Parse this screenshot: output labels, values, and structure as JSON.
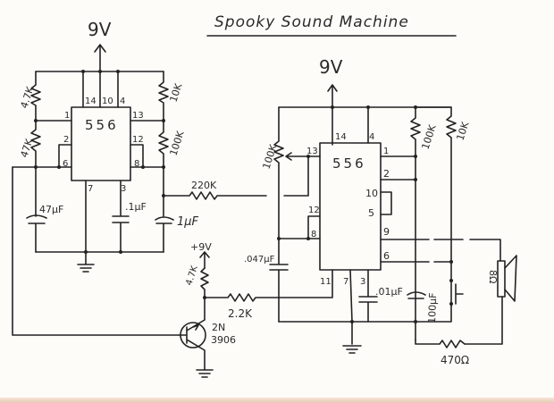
{
  "title": "Spooky Sound Machine",
  "colors": {
    "ink": "#222222",
    "paper": "#fdfcf8"
  },
  "ic1": {
    "part": "556",
    "supply": "9V",
    "pins": {
      "p14": "14",
      "p10": "10",
      "p4": "4",
      "p1": "1",
      "p13": "13",
      "p2": "2",
      "p12": "12",
      "p6": "6",
      "p8": "8",
      "p7": "7",
      "p3": "3"
    },
    "r_top_left": "4.7K",
    "r_bottom_left": "47K",
    "r_top_right": "10K",
    "r_bottom_right": "100K",
    "c_left": "47μF",
    "c_mid": ".1μF",
    "c_right": "1μF"
  },
  "coupling_resistor": "220K",
  "ic2": {
    "part": "556",
    "supply": "9V",
    "pins": {
      "p14": "14",
      "p4": "4",
      "p13": "13",
      "p1": "1",
      "p2": "2",
      "p10": "10",
      "p5": "5",
      "p12": "12",
      "p8": "8",
      "p9": "9",
      "p6": "6",
      "p11": "11",
      "p7": "7",
      "p3": "3"
    },
    "pot": "100K",
    "r_right1": "100K",
    "r_right2": "10K",
    "c_timing": ".047μF",
    "c_ctrl": ".01μF",
    "c_out": "100μF"
  },
  "transistor": {
    "plus": "+9V",
    "r_pullup": "4.7K",
    "r_base": "2.2K",
    "part_line1": "2N",
    "part_line2": "3906"
  },
  "output": {
    "speaker": "8Ω",
    "r_out": "470Ω"
  }
}
